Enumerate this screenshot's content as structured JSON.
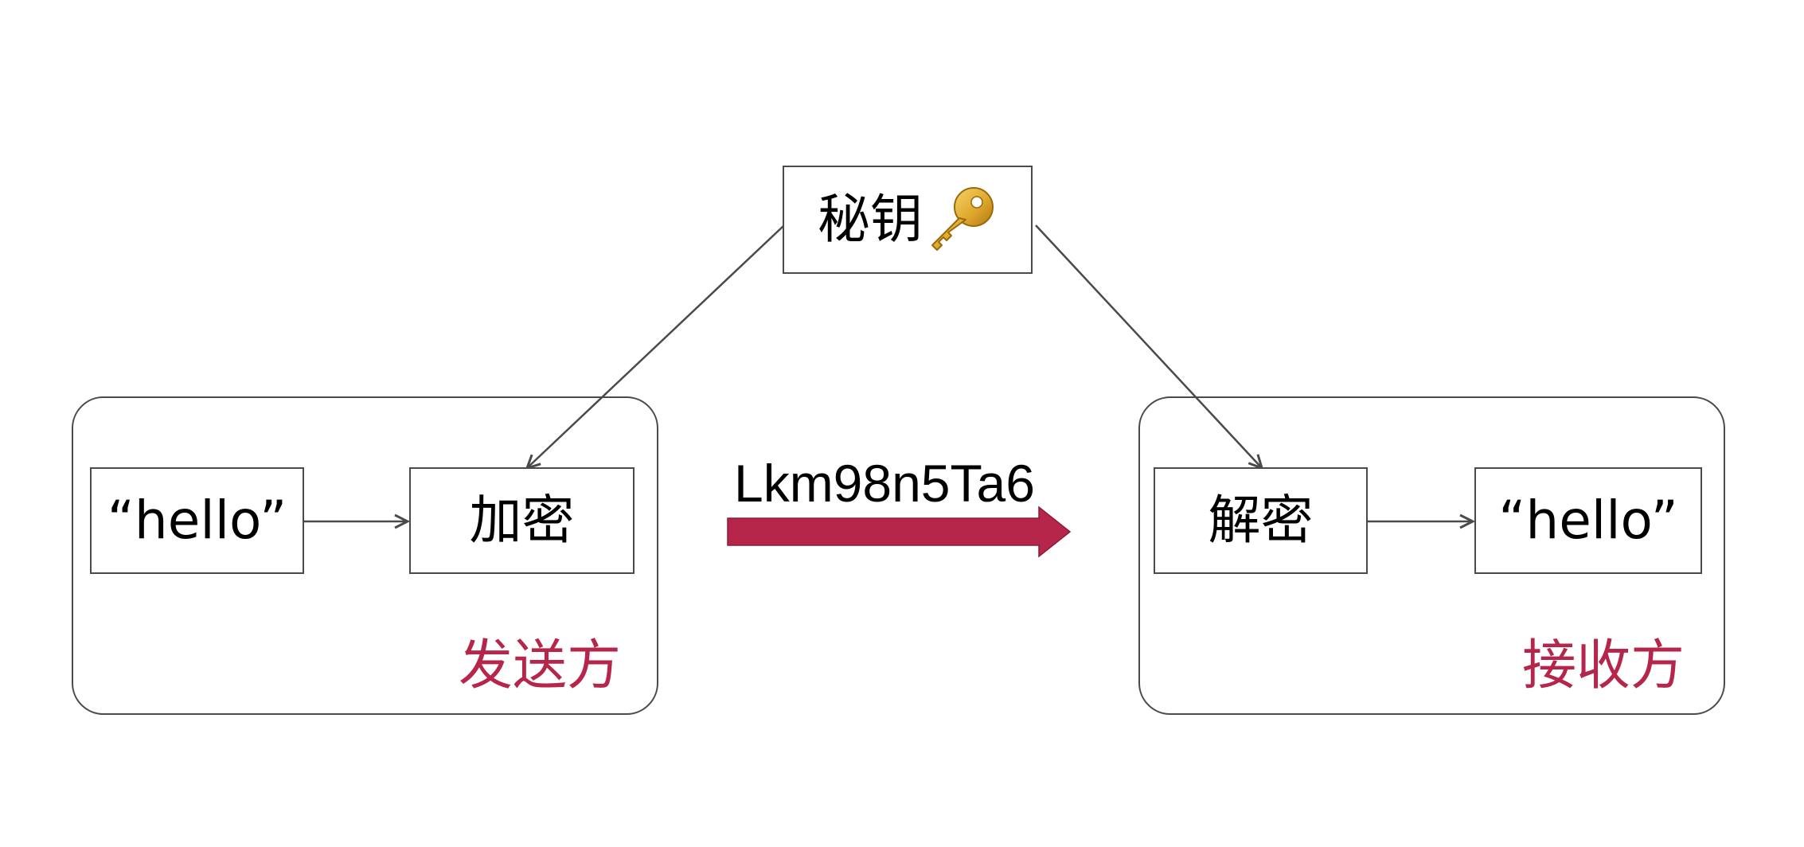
{
  "key_box": {
    "label": "秘钥",
    "icon": "key-icon"
  },
  "sender": {
    "input_label": "“hello”",
    "process_label": "加密",
    "role_label": "发送方"
  },
  "receiver": {
    "process_label": "解密",
    "output_label": "“hello”",
    "role_label": "接收方"
  },
  "transmission": {
    "ciphertext": "Lkm98n5Ta6"
  },
  "colors": {
    "accent": "#b5264a",
    "role_text": "#b5264a",
    "line": "#4a4a4a"
  }
}
